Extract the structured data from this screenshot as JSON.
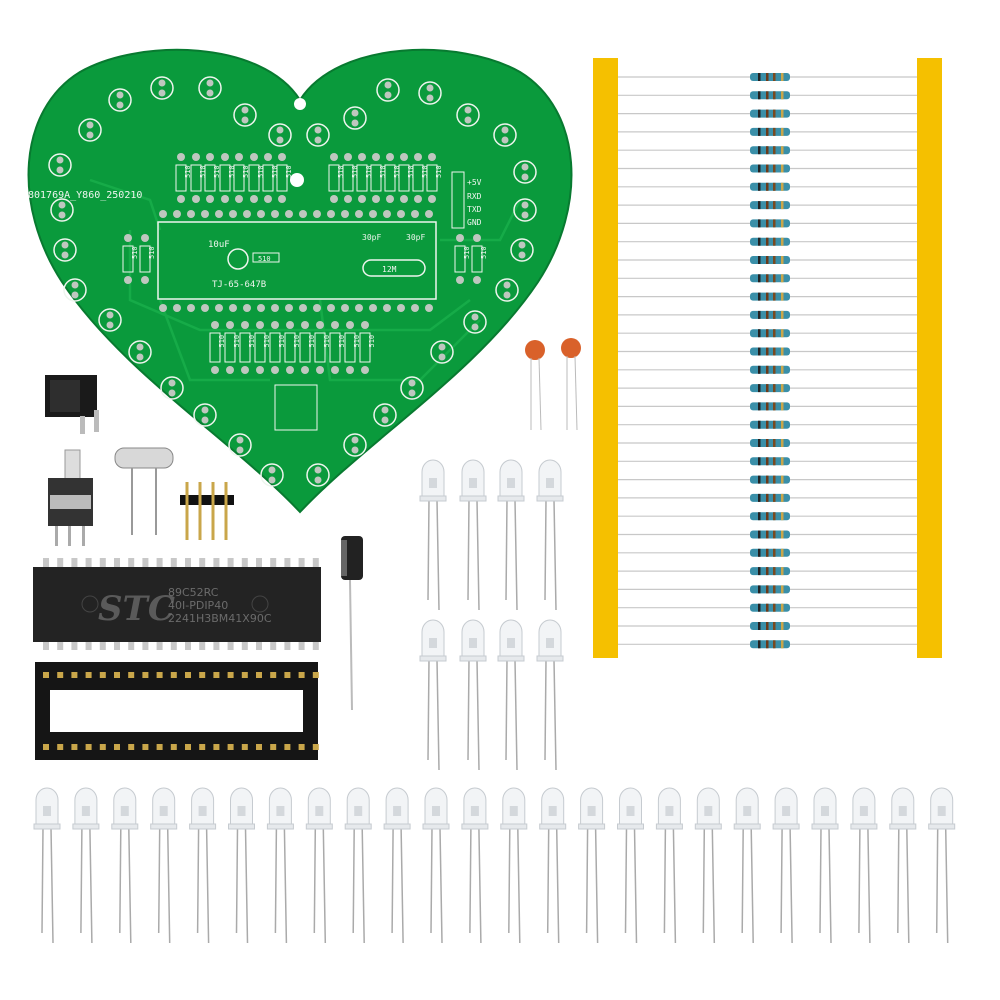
{
  "pcb": {
    "board_id": "801769A_Y860_250210",
    "header_pins": [
      "+5V",
      "RXD",
      "TXD",
      "GND"
    ],
    "cap_label": "10uF",
    "crystal_caps": [
      "30pF",
      "30pF"
    ],
    "crystal_label": "12M",
    "model": "TJ-65-647B",
    "resistor_value": "510"
  },
  "chip": {
    "brand": "STC",
    "line1": "89C52RC",
    "line2": "40I-PDIP40",
    "line3": "2241H3BM41X90C"
  },
  "colors": {
    "pcb_green": "#0a9a3c",
    "tape_yellow": "#f5c000",
    "resistor_blue": "#3a8fa8"
  },
  "counts": {
    "resistors": 32,
    "leds": 32
  }
}
